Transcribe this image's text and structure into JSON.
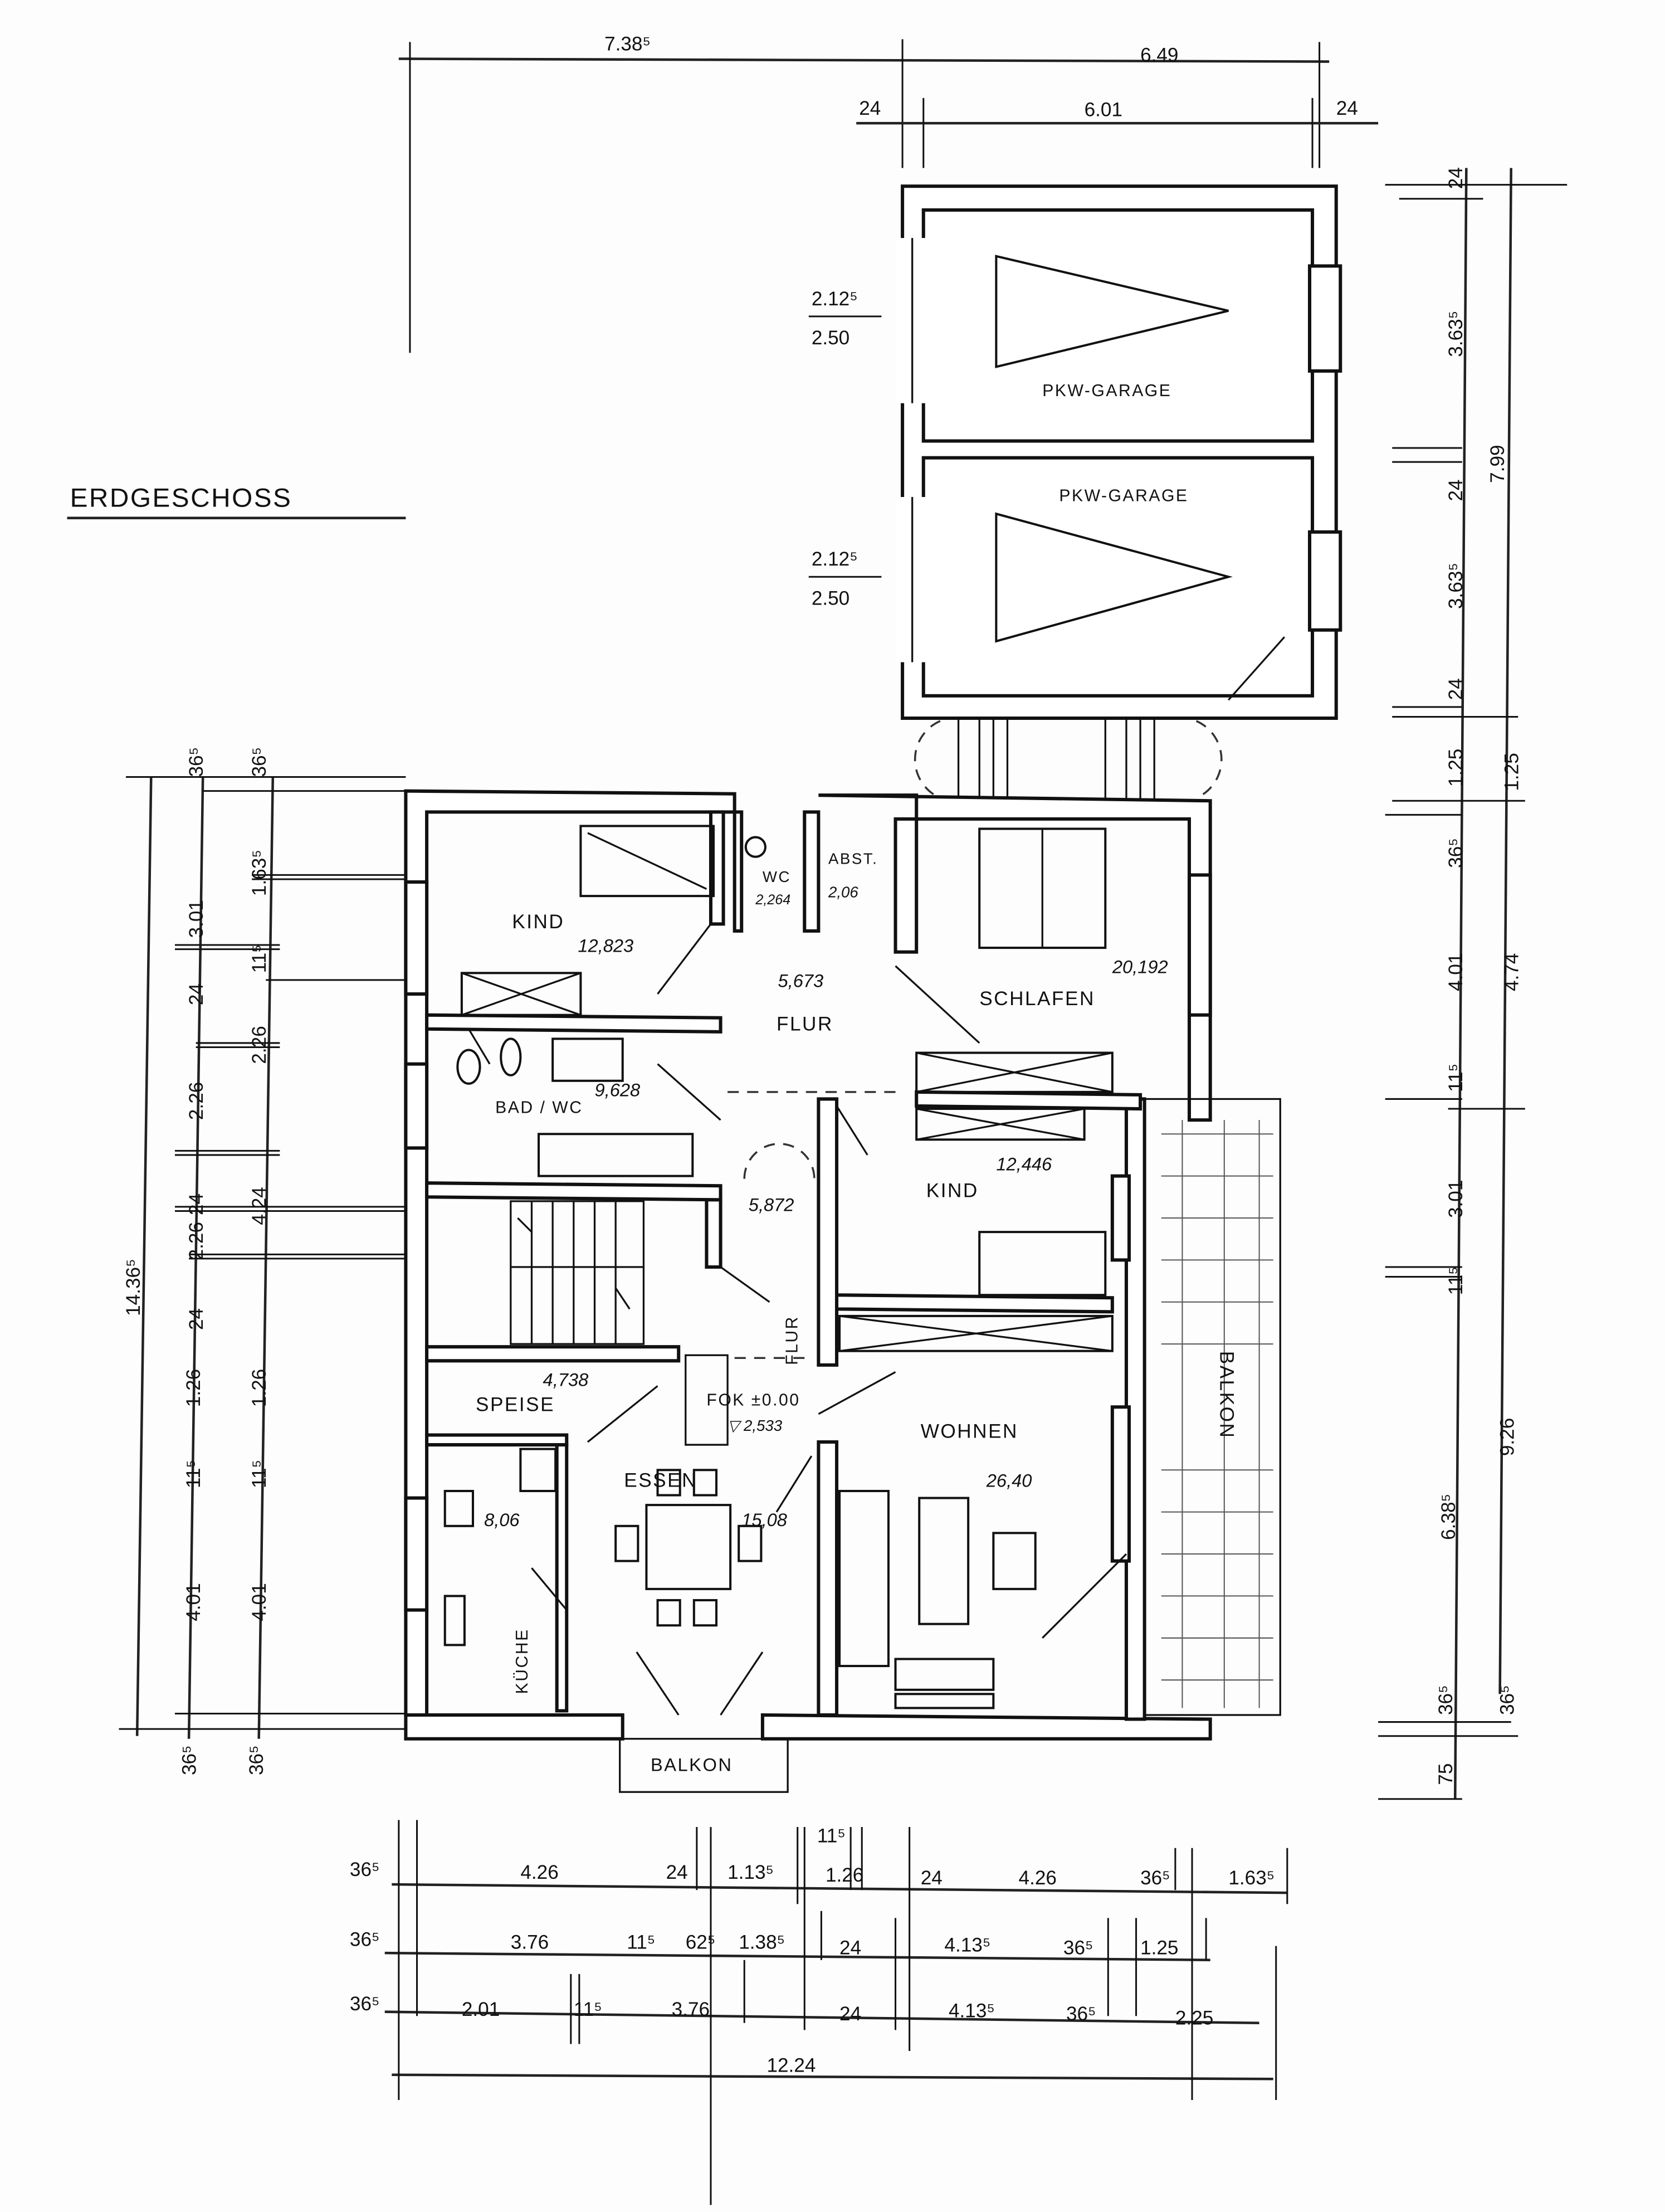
{
  "title": "ERDGESCHOSS",
  "dims": {
    "top": [
      "7.38⁵",
      "6.49",
      "24",
      "6.01",
      "24"
    ],
    "garage_doors": [
      "2.12⁵",
      "2.50",
      "2.12⁵",
      "2.50"
    ],
    "right_inner": [
      "24",
      "3.63⁵",
      "24",
      "3.63⁵",
      "24",
      "1.25",
      "36⁵",
      "4.01",
      "11⁵",
      "3.01",
      "11⁵",
      "6.38⁵",
      "36⁵",
      "75"
    ],
    "right_outer": [
      "7.99",
      "1.25",
      "4.74",
      "9.26",
      "36⁵"
    ],
    "left_outer": [
      "14.36⁵"
    ],
    "left_mid": [
      "36⁵",
      "3.01",
      "24",
      "2.26",
      "24",
      "2.26",
      "24",
      "1.26",
      "11⁵",
      "4.01",
      "36⁵"
    ],
    "left_inner": [
      "36⁵",
      "1.63⁵",
      "11⁵",
      "2.26",
      "4.24",
      "1.26",
      "11⁵",
      "4.01",
      "36⁵"
    ],
    "bottom_row1": [
      "36⁵",
      "4.26",
      "24",
      "1.13⁵",
      "11⁵",
      "1.26",
      "24",
      "4.26",
      "36⁵",
      "1.63⁵"
    ],
    "bottom_row2": [
      "36⁵",
      "3.76",
      "11⁵",
      "62⁵",
      "1.38⁵",
      "24",
      "4.13⁵",
      "36⁵",
      "1.25"
    ],
    "bottom_row3": [
      "36⁵",
      "2.01",
      "11⁵",
      "3.76",
      "24",
      "4.13⁵",
      "36⁵",
      "2.25"
    ],
    "bottom_total": "12.24"
  },
  "rooms": {
    "garage1": {
      "label": "PKW-GARAGE"
    },
    "garage2": {
      "label": "PKW-GARAGE"
    },
    "kind1": {
      "label": "KIND",
      "area": "12,823"
    },
    "wc": {
      "label": "WC",
      "area": "2,264"
    },
    "abst": {
      "label": "ABST.",
      "area": "2,06"
    },
    "flur1": {
      "label": "FLUR",
      "area": "5,673"
    },
    "schlafen": {
      "label": "SCHLAFEN",
      "area": "20,192"
    },
    "bad": {
      "label": "BAD / WC",
      "area": "9,628"
    },
    "kind2": {
      "label": "KIND",
      "area": "12,446"
    },
    "flur2": {
      "label": "FLUR",
      "area": "5,872"
    },
    "speise": {
      "label": "SPEISE",
      "area": "4,738"
    },
    "fok": {
      "label": "FOK ±0.00",
      "area": "▽ 2,533"
    },
    "wohnen": {
      "label": "WOHNEN",
      "area": "26,40"
    },
    "essen": {
      "label": "ESSEN",
      "area": "15,08"
    },
    "kueche": {
      "label": "KÜCHE",
      "area": "8,06"
    },
    "balkon_south": {
      "label": "BALKON"
    },
    "balkon_east": {
      "label": "BALKON"
    }
  }
}
